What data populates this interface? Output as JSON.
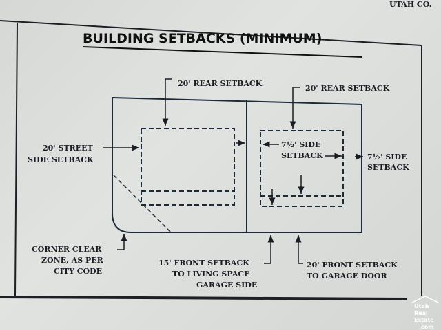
{
  "header_fragment": "UTAH CO.",
  "title": "BUILDING SETBACKS (MINIMUM)",
  "labels": {
    "rear_left": "20' REAR SETBACK",
    "rear_right": "20' REAR SETBACK",
    "street_side_1": "20' STREET",
    "street_side_2": "SIDE SETBACK",
    "inner_side_1": "7½' SIDE",
    "inner_side_2": "SETBACK",
    "outer_side_1": "7½' SIDE",
    "outer_side_2": "SETBACK",
    "corner_1": "CORNER CLEAR",
    "corner_2": "ZONE, AS PER",
    "corner_3": "CITY CODE",
    "front_living_1": "15' FRONT SETBACK",
    "front_living_2": "TO LIVING SPACE",
    "front_living_3": "GARAGE SIDE",
    "front_garage_1": "20' FRONT SETBACK",
    "front_garage_2": "TO GARAGE DOOR"
  },
  "watermark": [
    "Utah",
    "Real",
    "Estate",
    ".com"
  ]
}
